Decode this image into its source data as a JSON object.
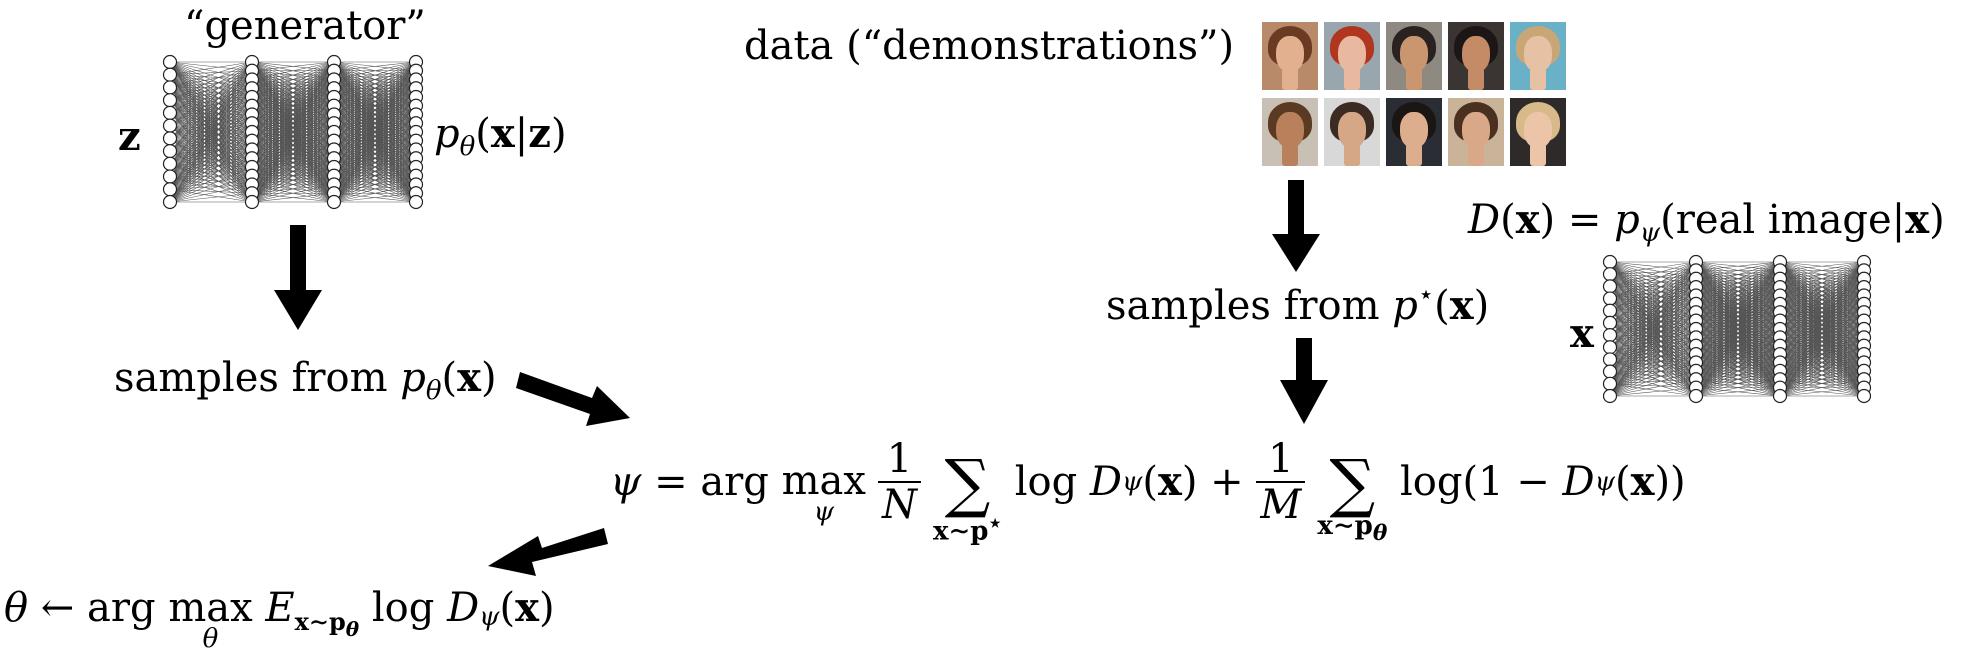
{
  "generator": {
    "title": "“generator”",
    "input_var": "z",
    "output": {
      "p": "p",
      "sub": "θ",
      "open": "(",
      "x": "x",
      "bar": "|",
      "z": "z",
      "close": ")"
    }
  },
  "data_label": "data (“demonstrations”)",
  "samples_generator": {
    "prefix": "samples from ",
    "p": "p",
    "sub": "θ",
    "open": "(",
    "x": "x",
    "close": ")"
  },
  "samples_data": {
    "prefix": "samples from ",
    "p": "p",
    "sup": "⋆",
    "open": "(",
    "x": "x",
    "close": ")"
  },
  "discriminator": {
    "lhs_D": "D",
    "lhs_open": "(",
    "lhs_x": "x",
    "lhs_close": ")",
    "eq": " = ",
    "p": "p",
    "sub": "ψ",
    "open": "(real image",
    "bar": "|",
    "x": "x",
    "close": ")",
    "input_var": "x"
  },
  "psi_update": {
    "psi": "ψ",
    "eq": " = arg ",
    "max": "max",
    "max_under": "ψ",
    "frac1_num": "1",
    "frac1_den": "N",
    "sum1_under": "x∼p",
    "sum1_under_sup": "⋆",
    "log1": " log ",
    "D": "D",
    "D_sub": "ψ",
    "open": "(",
    "x": "x",
    "close": ")",
    "plus": " + ",
    "frac2_num": "1",
    "frac2_den": "M",
    "sum2_under": "x∼p",
    "sum2_under_sub": "θ",
    "log2": " log(1 − ",
    "D2": "D",
    "D2_sub": "ψ",
    "open2": "(",
    "x2": "x",
    "close2": "))"
  },
  "theta_update": {
    "theta": "θ",
    "arrow": " ← arg ",
    "max": "max",
    "max_under": "θ",
    "E": " E",
    "E_sub": "x∼p",
    "E_sub_sub": "θ",
    "log": " log ",
    "D": "D",
    "D_sub": "ψ",
    "open": "(",
    "x": "x",
    "close": ")"
  },
  "faces": [
    {
      "bg": "#b88a6a",
      "hair": "#6b3a22",
      "skin": "#e2b08e"
    },
    {
      "bg": "#9aa6ad",
      "hair": "#b0361f",
      "skin": "#e8b9a0"
    },
    {
      "bg": "#8e8a82",
      "hair": "#2a2220",
      "skin": "#c9966f"
    },
    {
      "bg": "#3a3533",
      "hair": "#1c1716",
      "skin": "#c48b67"
    },
    {
      "bg": "#6ab0c6",
      "hair": "#c9a676",
      "skin": "#e7c1a3"
    },
    {
      "bg": "#c8c0b4",
      "hair": "#5a3a22",
      "skin": "#b9805c"
    },
    {
      "bg": "#d8d8d8",
      "hair": "#3b2b22",
      "skin": "#d6a786"
    },
    {
      "bg": "#2a2d33",
      "hair": "#1a1614",
      "skin": "#dcae8e"
    },
    {
      "bg": "#c9b49a",
      "hair": "#4a3020",
      "skin": "#d9a888"
    },
    {
      "bg": "#2e2a2a",
      "hair": "#d8b98a",
      "skin": "#ecc5a8"
    }
  ]
}
